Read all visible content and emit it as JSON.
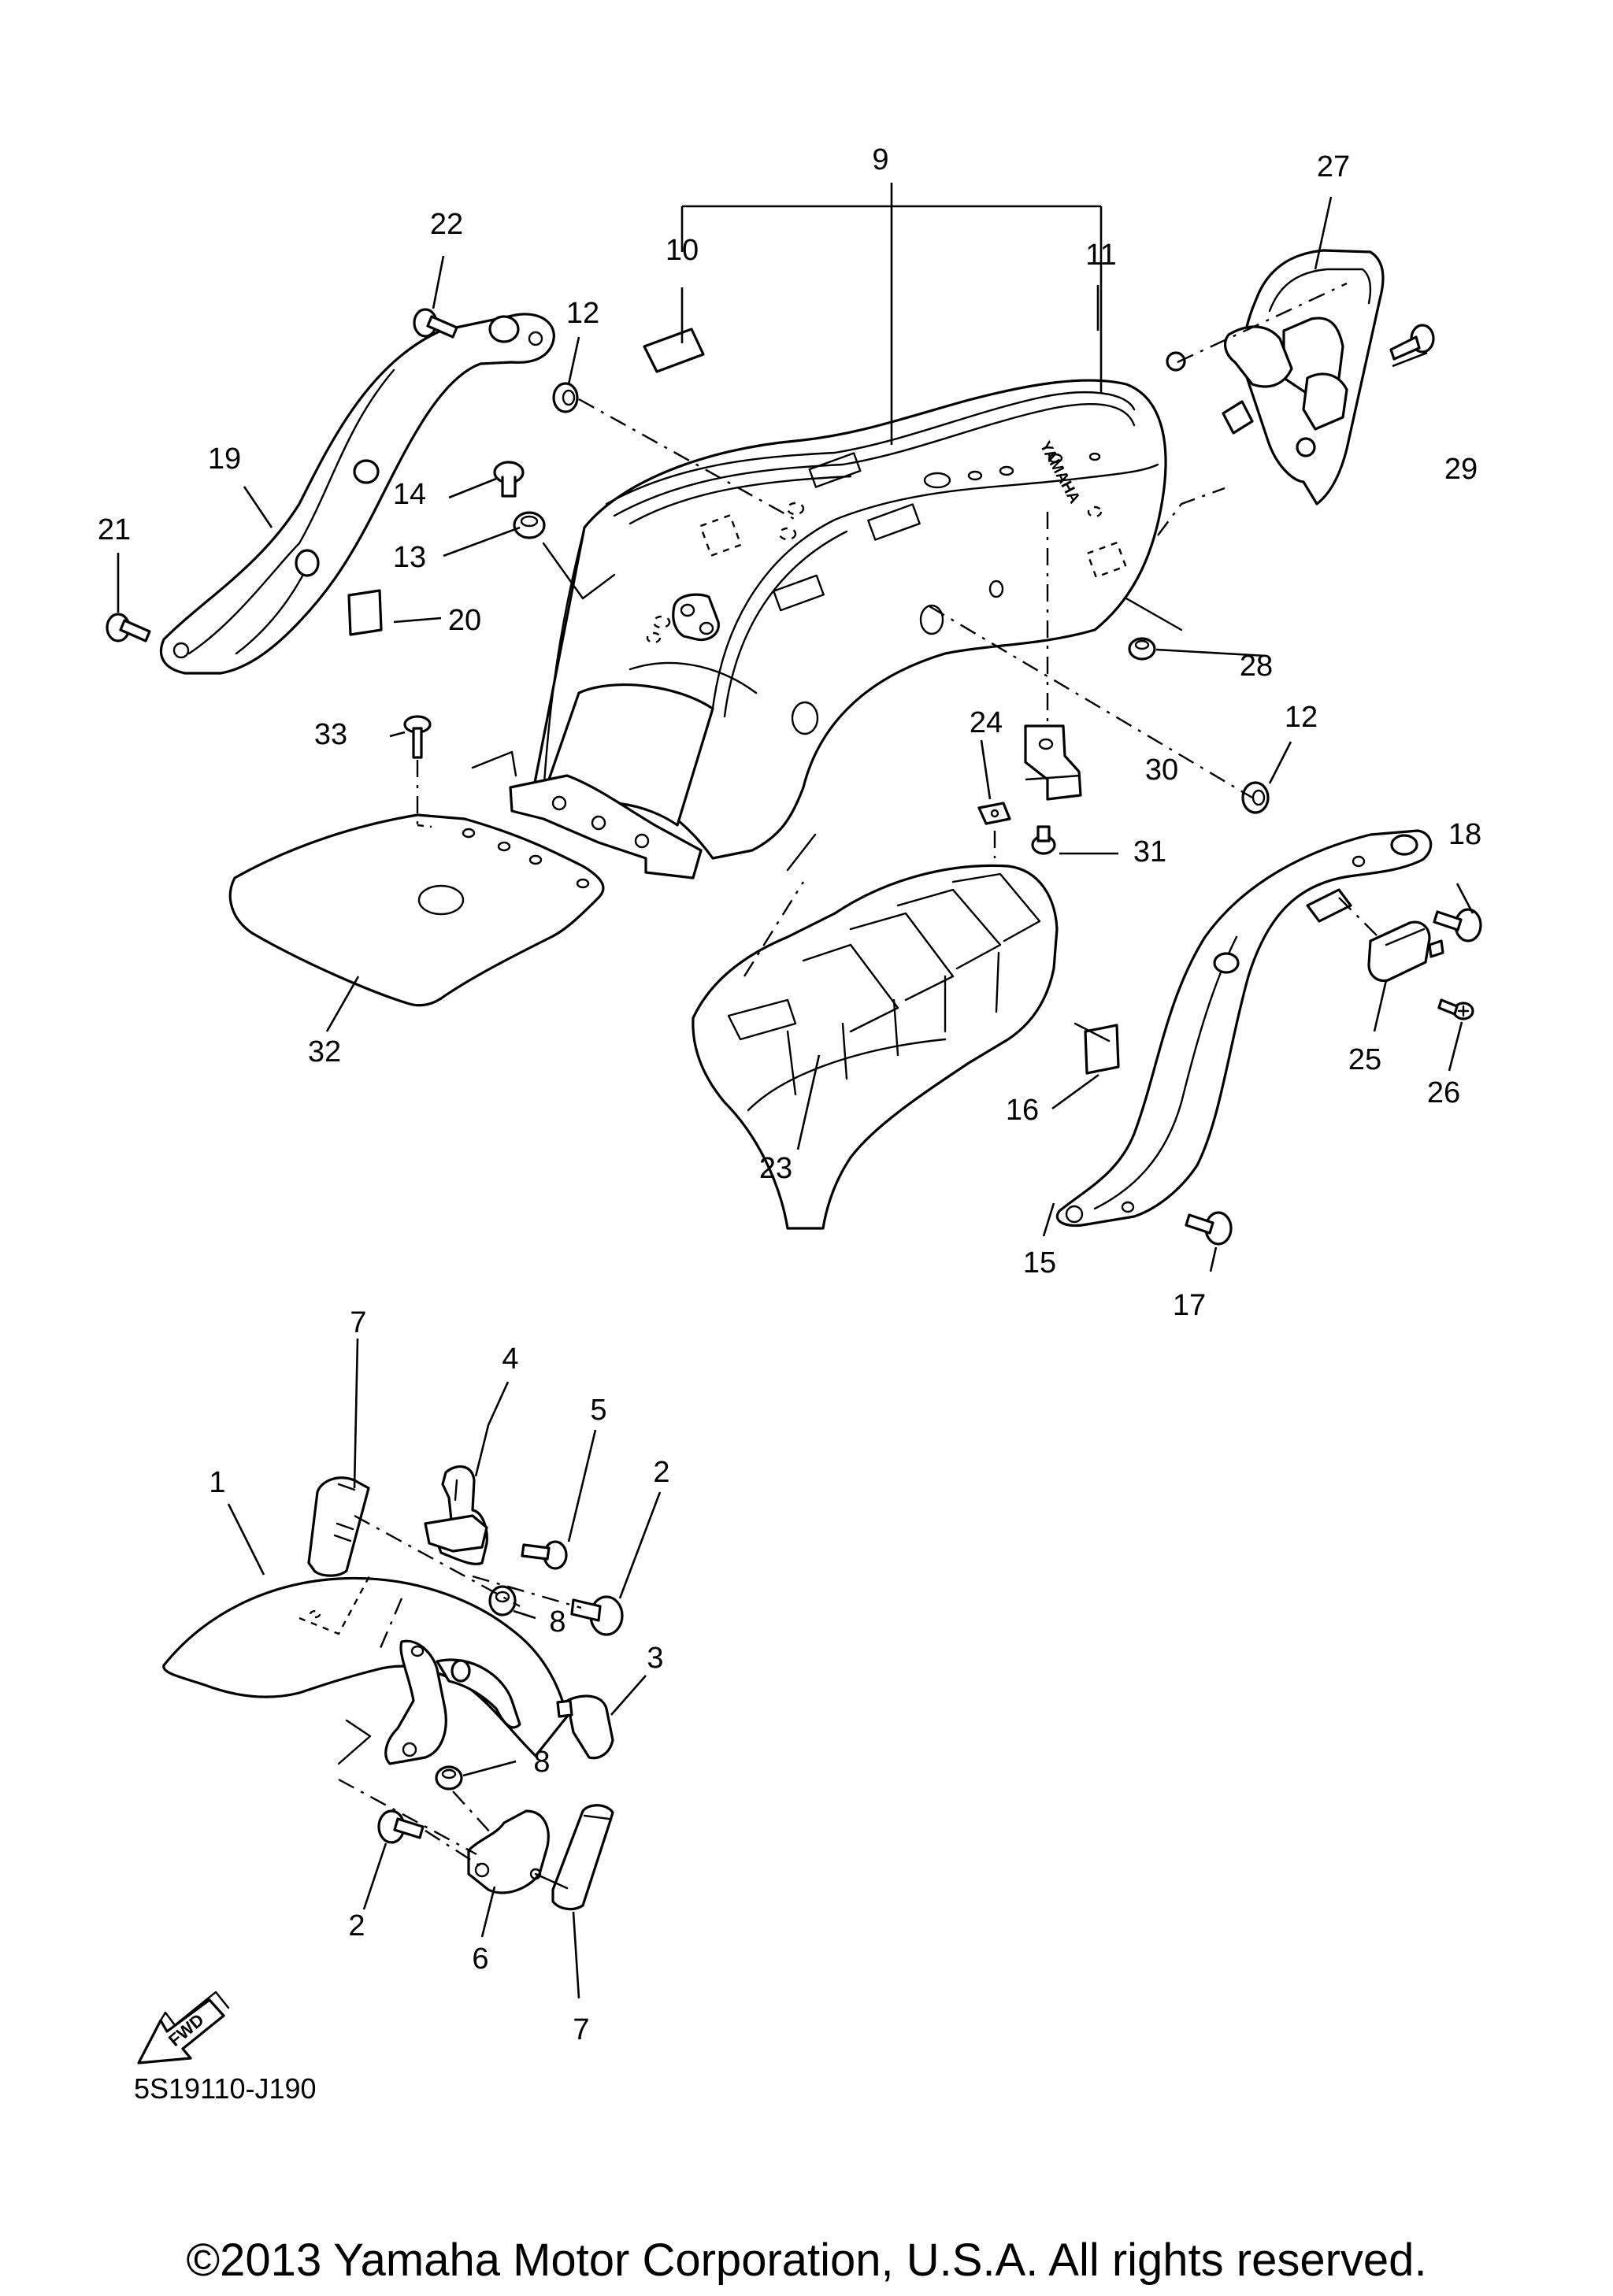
{
  "diagram": {
    "brand_on_fender": "YAMAHA",
    "fwd_label": "FWD",
    "drawing_code": "5S19110-J190",
    "copyright": "©2013 Yamaha Motor Corporation, U.S.A. All rights reserved.",
    "callouts": [
      {
        "id": "c1",
        "label": "1"
      },
      {
        "id": "c2a",
        "label": "2"
      },
      {
        "id": "c2b",
        "label": "2"
      },
      {
        "id": "c3",
        "label": "3"
      },
      {
        "id": "c4",
        "label": "4"
      },
      {
        "id": "c5",
        "label": "5"
      },
      {
        "id": "c6",
        "label": "6"
      },
      {
        "id": "c7a",
        "label": "7"
      },
      {
        "id": "c7b",
        "label": "7"
      },
      {
        "id": "c8a",
        "label": "8"
      },
      {
        "id": "c8b",
        "label": "8"
      },
      {
        "id": "c9",
        "label": "9"
      },
      {
        "id": "c10",
        "label": "10"
      },
      {
        "id": "c11",
        "label": "11"
      },
      {
        "id": "c12a",
        "label": "12"
      },
      {
        "id": "c12b",
        "label": "12"
      },
      {
        "id": "c13",
        "label": "13"
      },
      {
        "id": "c14",
        "label": "14"
      },
      {
        "id": "c15",
        "label": "15"
      },
      {
        "id": "c16",
        "label": "16"
      },
      {
        "id": "c17",
        "label": "17"
      },
      {
        "id": "c18",
        "label": "18"
      },
      {
        "id": "c19",
        "label": "19"
      },
      {
        "id": "c20",
        "label": "20"
      },
      {
        "id": "c21",
        "label": "21"
      },
      {
        "id": "c22",
        "label": "22"
      },
      {
        "id": "c23",
        "label": "23"
      },
      {
        "id": "c24",
        "label": "24"
      },
      {
        "id": "c25",
        "label": "25"
      },
      {
        "id": "c26",
        "label": "26"
      },
      {
        "id": "c27",
        "label": "27"
      },
      {
        "id": "c28",
        "label": "28"
      },
      {
        "id": "c29",
        "label": "29"
      },
      {
        "id": "c30",
        "label": "30"
      },
      {
        "id": "c31",
        "label": "31"
      },
      {
        "id": "c32",
        "label": "32"
      },
      {
        "id": "c33",
        "label": "33"
      }
    ]
  }
}
